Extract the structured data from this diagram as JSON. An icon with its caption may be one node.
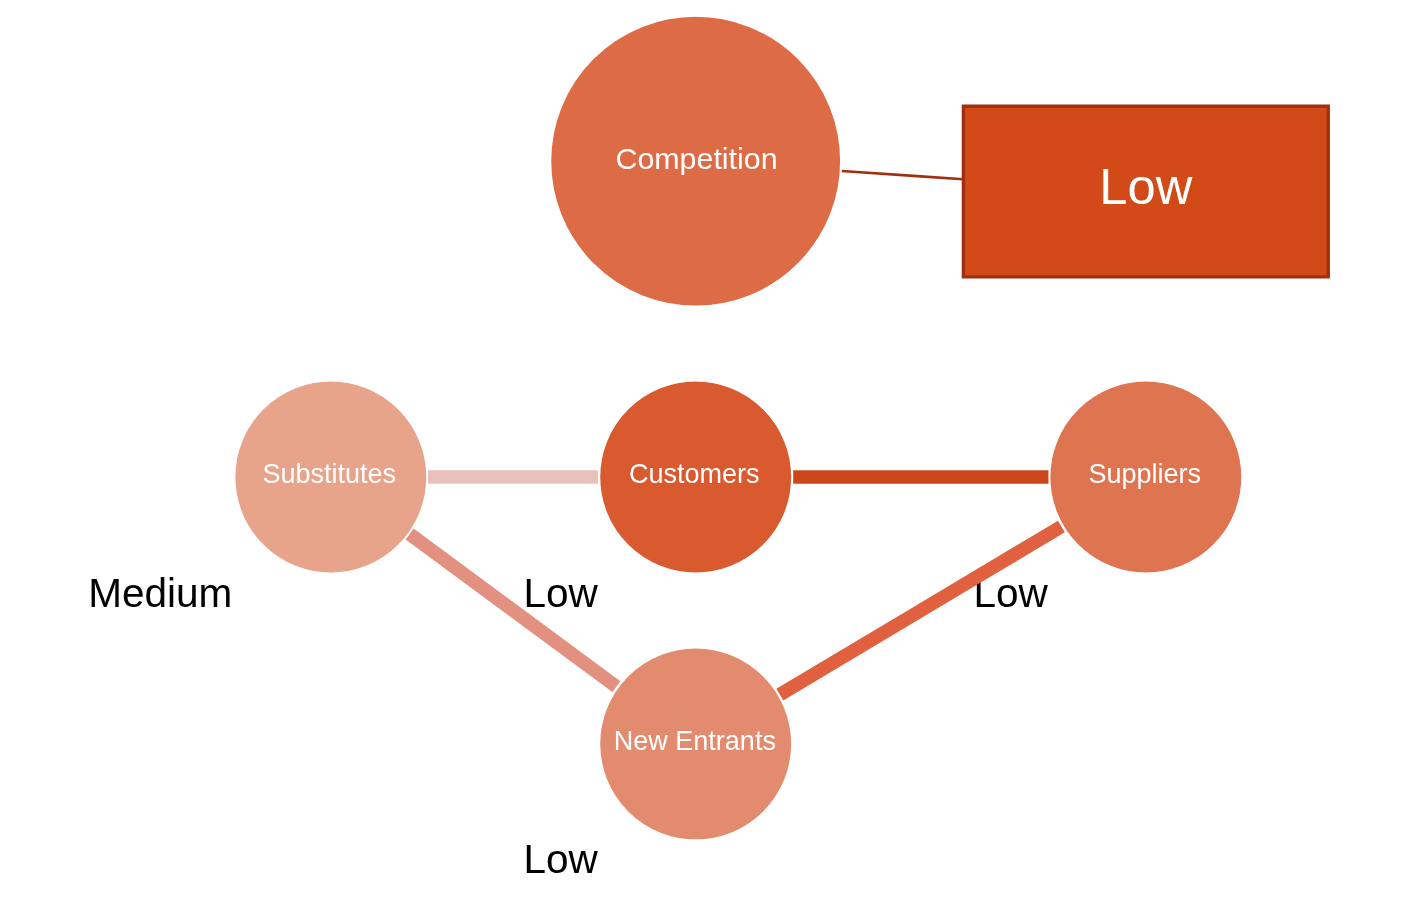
{
  "diagram": {
    "nodes": [
      {
        "text": [
          "Customers"
        ],
        "beside": [
          "Low"
        ]
      },
      {
        "text": [
          "Low"
        ]
      },
      {
        "text": [
          "Substitutes"
        ],
        "beside": [
          "Medium"
        ]
      },
      {
        "text": [
          "Competition"
        ]
      },
      {
        "text": [
          "Suppliers"
        ],
        "beside": [
          "Low"
        ]
      },
      {
        "text": [
          "New Entrants"
        ],
        "beside": [
          "Low"
        ]
      }
    ],
    "edges": [
      {
        "from": 0,
        "to": 4,
        "arrow": "none",
        "color": "#cb4719"
      },
      {
        "from": 4,
        "to": 5,
        "arrow": "none",
        "color": "#e0603f"
      },
      {
        "from": 5,
        "to": 2,
        "arrow": "none",
        "color": "#e29080"
      },
      {
        "from": 2,
        "to": 0,
        "arrow": "none",
        "color": "#eac0bc"
      },
      {
        "from": 1,
        "to": 3,
        "arrow": "none",
        "color": "#a03010"
      }
    ]
  }
}
